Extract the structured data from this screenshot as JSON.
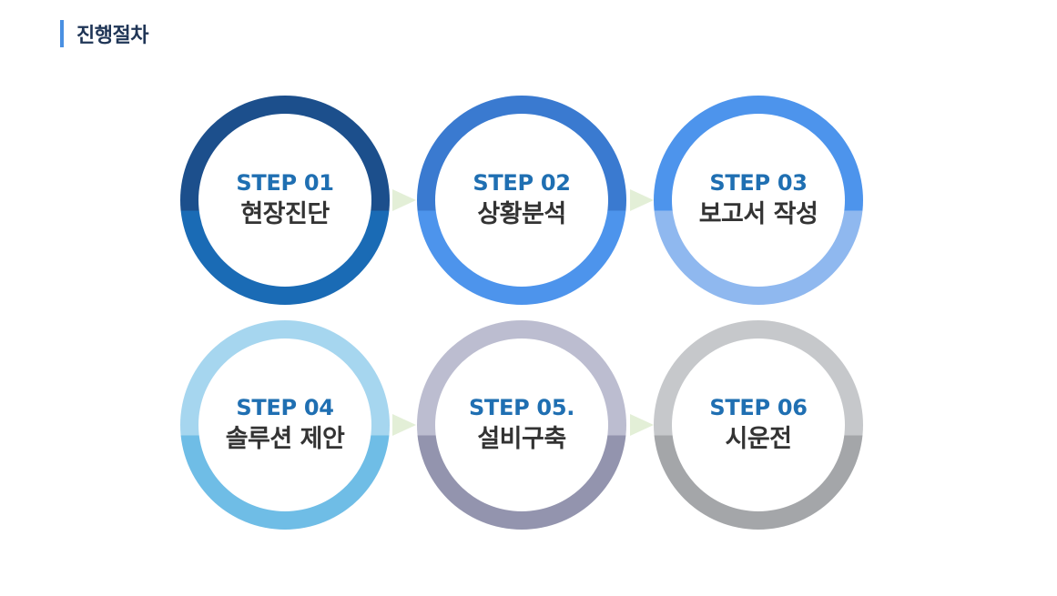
{
  "heading": {
    "title": "진행절차",
    "accent_color": "#4a90e2"
  },
  "steps": [
    {
      "label": "STEP 01",
      "title": "현장진단",
      "ring_top_color": "#1c4f8c",
      "ring_bottom_color": "#1a6bb5"
    },
    {
      "label": "STEP 02",
      "title": "상황분석",
      "ring_top_color": "#3a7ad0",
      "ring_bottom_color": "#4d94ec"
    },
    {
      "label": "STEP 03",
      "title": "보고서 작성",
      "ring_top_color": "#4d94ec",
      "ring_bottom_color": "#8fb8ef"
    },
    {
      "label": "STEP 04",
      "title": "솔루션 제안",
      "ring_top_color": "#a6d6ef",
      "ring_bottom_color": "#6fbde6"
    },
    {
      "label": "STEP 05.",
      "title": "설비구축",
      "ring_top_color": "#bcbdd0",
      "ring_bottom_color": "#9394ae"
    },
    {
      "label": "STEP 06",
      "title": "시운전",
      "ring_top_color": "#c6c8cb",
      "ring_bottom_color": "#a4a6a9"
    }
  ],
  "arrow_color": "#e3efd7"
}
